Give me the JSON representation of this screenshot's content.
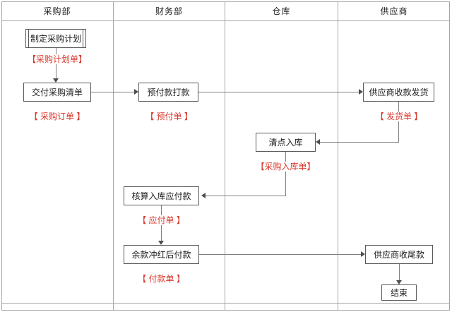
{
  "diagram": {
    "title": "purchase-payment-flowchart",
    "lanes": [
      {
        "label": "采购部"
      },
      {
        "label": "财务部"
      },
      {
        "label": "仓库"
      },
      {
        "label": "供应商"
      }
    ],
    "nodes": {
      "make_plan": {
        "label": "制定采购计划",
        "doc": "【采购计划单】"
      },
      "deliver_list": {
        "label": "交付采购清单",
        "doc": "【 采购订单 】"
      },
      "prepay": {
        "label": "预付款打款",
        "doc": "【 预付单 】"
      },
      "supplier_ship": {
        "label": "供应商收款发货",
        "doc": "【 发货单 】"
      },
      "stock_in": {
        "label": "清点入库",
        "doc": "【采购入库单】"
      },
      "calc_payable": {
        "label": "核算入库应付款",
        "doc": "【 应付单 】"
      },
      "final_payment": {
        "label": "余款冲红后付款",
        "doc": "【 付款单 】"
      },
      "supplier_final": {
        "label": "供应商收尾款"
      },
      "end": {
        "label": "结束"
      }
    },
    "colors": {
      "doc_red": "#d9372c",
      "line_color": "#808080",
      "arrow_color": "#4d4d4d",
      "box_border": "#595959",
      "lane_border": "#a6a6a6",
      "text_color": "#1a1a1a"
    }
  }
}
